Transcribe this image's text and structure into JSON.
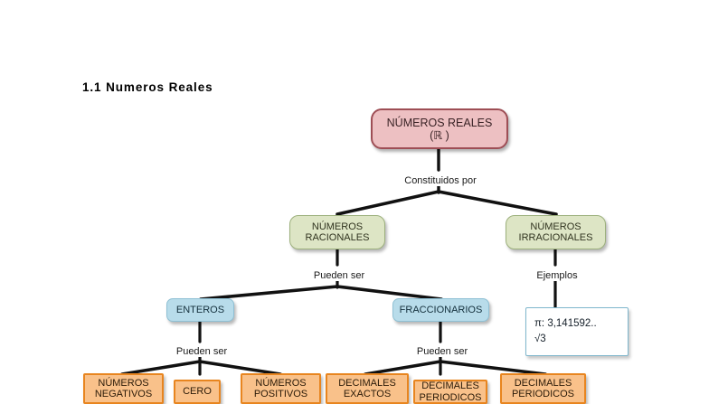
{
  "page": {
    "heading": "1.1 Numeros Reales",
    "background_color": "#ffffff"
  },
  "diagram": {
    "title": "Numeros Reales",
    "type": "concept-map",
    "colors": {
      "root_fill": "#edc0c2",
      "root_border": "#9e4e55",
      "green_fill": "#dde5c5",
      "green_border": "#9cb07c",
      "blue_fill": "#b8dcea",
      "blue_border": "#8fc0d4",
      "orange_fill": "#f9c18a",
      "orange_border": "#e8851f",
      "example_fill": "#ffffff",
      "example_border": "#7fb6cc",
      "connector": "#111111"
    },
    "nodes": {
      "root": {
        "line1": "NÚMEROS REALES",
        "line2": "(ℝ )"
      },
      "rationals": {
        "line1": "NÚMEROS",
        "line2": "RACIONALES"
      },
      "irrationals": {
        "line1": "NÚMEROS",
        "line2": "IRRACIONALES"
      },
      "integers": {
        "line1": "ENTEROS"
      },
      "fractions": {
        "line1": "FRACCIONARIOS"
      },
      "examples": {
        "line1": "π: 3,141592..",
        "line2": "√3"
      },
      "negatives": {
        "line1": "NÚMEROS",
        "line2": "NEGATIVOS"
      },
      "zero": {
        "line1": "CERO"
      },
      "positives": {
        "line1": "NÚMEROS",
        "line2": "POSITIVOS"
      },
      "exact_decimals": {
        "line1": "DECIMALES",
        "line2": "EXACTOS"
      },
      "periodic_decimals": {
        "line1": "DECIMALES",
        "line2": "PERIODICOS"
      },
      "periodic_decimals_2": {
        "line1": "DECIMALES",
        "line2": "PERIODICOS"
      }
    },
    "edge_labels": {
      "constituted_by": "Constituidos por",
      "rationals_can_be": "Pueden ser",
      "examples": "Ejemplos",
      "integers_can_be": "Pueden ser",
      "fractions_can_be": "Pueden ser"
    }
  }
}
